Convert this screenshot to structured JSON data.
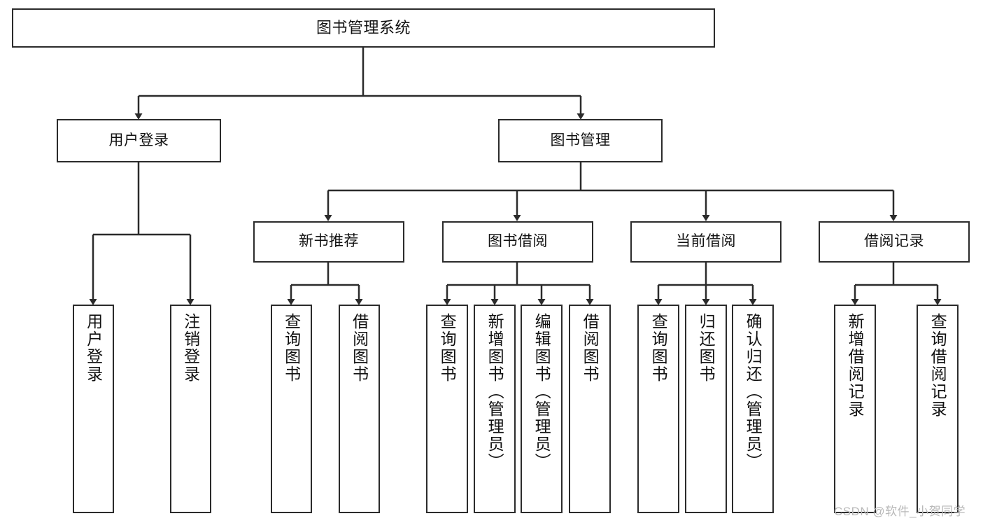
{
  "diagram": {
    "title": "图书管理系统",
    "type": "tree-hierarchy-chart",
    "root": {
      "label": "图书管理系统"
    },
    "level2": [
      {
        "label": "用户登录"
      },
      {
        "label": "图书管理"
      }
    ],
    "level3": [
      {
        "label": "新书推荐"
      },
      {
        "label": "图书借阅"
      },
      {
        "label": "当前借阅"
      },
      {
        "label": "借阅记录"
      }
    ],
    "leaves": [
      {
        "label": "用户登录",
        "parent": "用户登录"
      },
      {
        "label": "注销登录",
        "parent": "用户登录"
      },
      {
        "label": "查询图书",
        "parent": "新书推荐"
      },
      {
        "label": "借阅图书",
        "parent": "新书推荐"
      },
      {
        "label": "查询图书",
        "parent": "图书借阅"
      },
      {
        "label": "新增图书（管理员）",
        "parent": "图书借阅"
      },
      {
        "label": "编辑图书（管理员）",
        "parent": "图书借阅"
      },
      {
        "label": "借阅图书",
        "parent": "图书借阅"
      },
      {
        "label": "查询图书",
        "parent": "当前借阅"
      },
      {
        "label": "归还图书",
        "parent": "当前借阅"
      },
      {
        "label": "确认归还（管理员）",
        "parent": "当前借阅"
      },
      {
        "label": "新增借阅记录",
        "parent": "借阅记录"
      },
      {
        "label": "查询借阅记录",
        "parent": "借阅记录"
      }
    ]
  },
  "watermark": {
    "text": "CSDN @软件_小贺同学"
  },
  "colors": {
    "stroke": "#2b2b2b",
    "background": "#ffffff",
    "text": "#111111",
    "watermark": "#b9b9b9"
  }
}
